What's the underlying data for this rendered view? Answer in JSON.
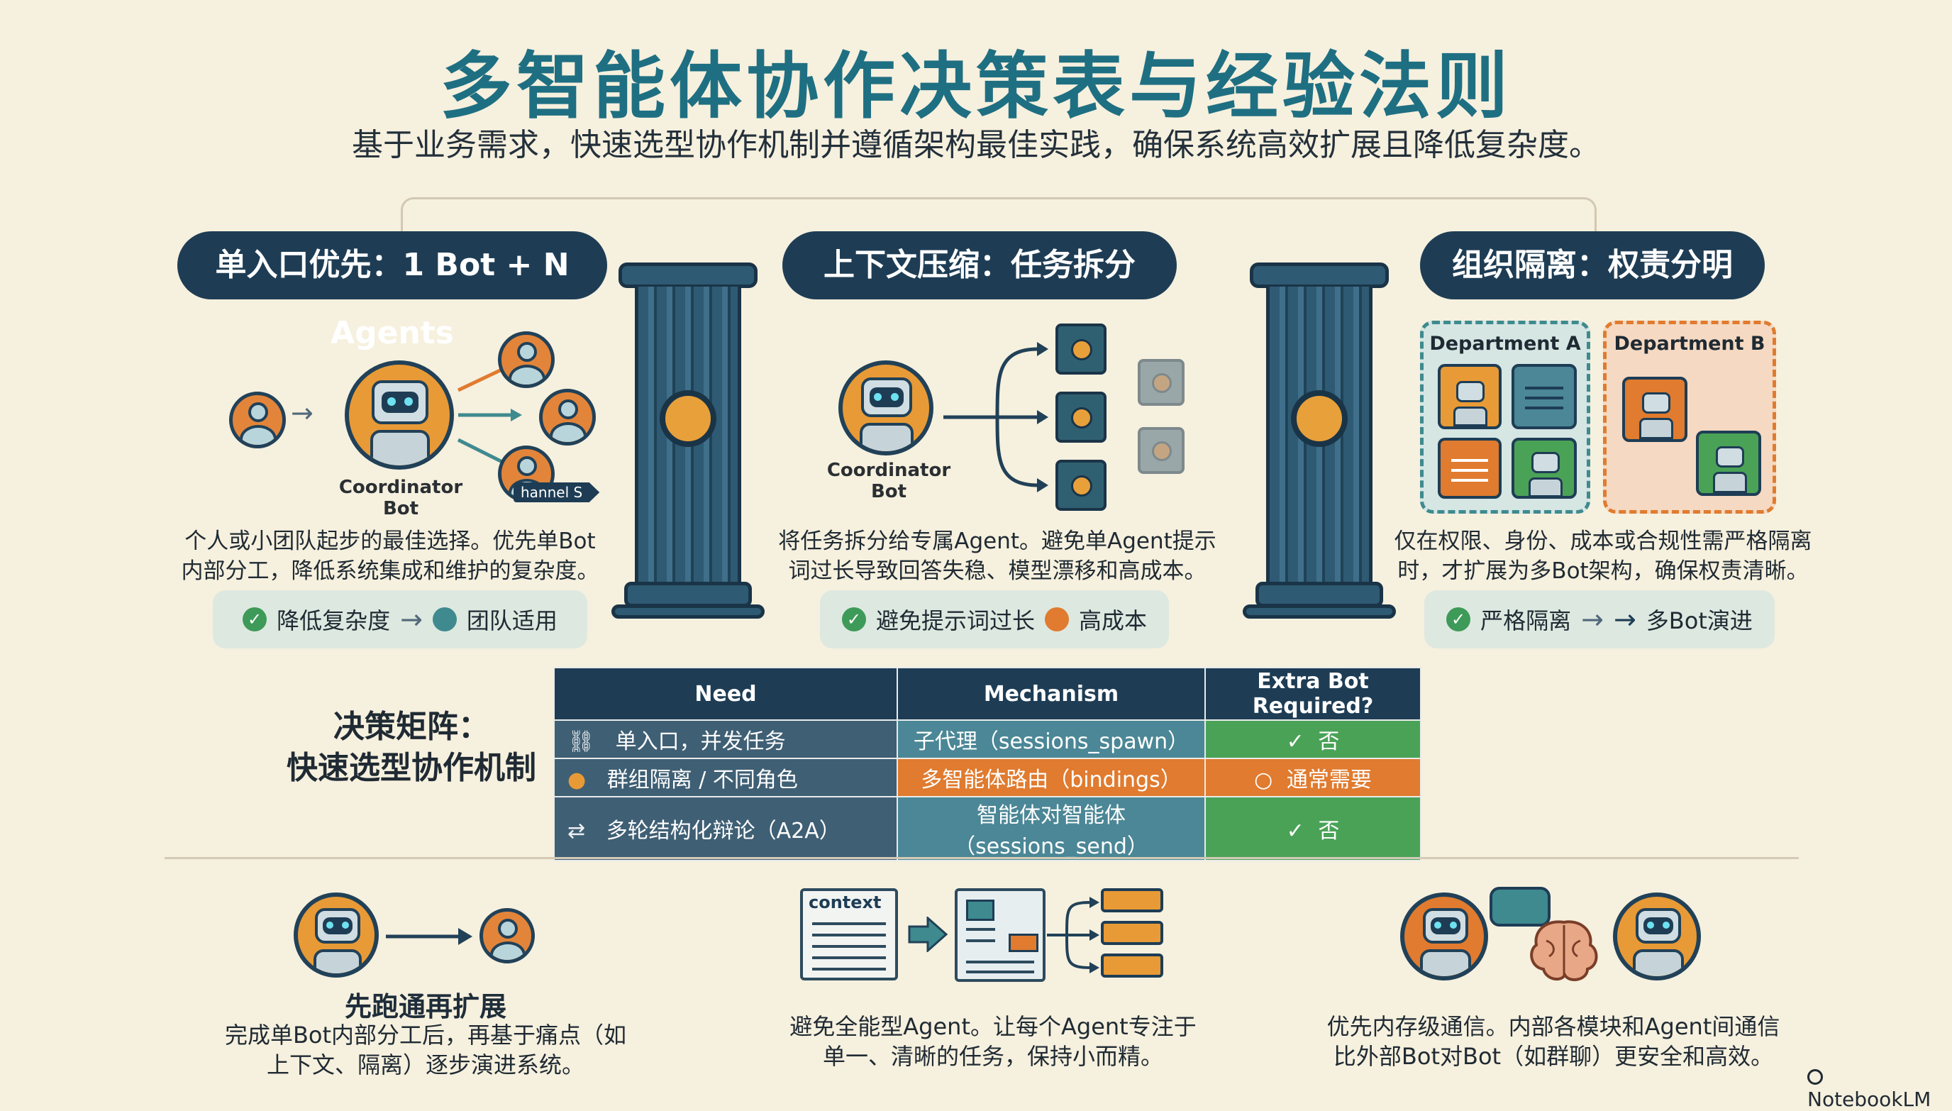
{
  "header": {
    "title": "多智能体协作决策表与经验法则",
    "subtitle": "基于业务需求，快速选型协作机制并遵循架构最佳实践，确保系统高效扩展且降低复杂度。"
  },
  "left": {
    "pill": "单入口优先：1 Bot + N Agents",
    "bot_label": "Coordinator Bot",
    "channel_tag": "hannel S",
    "desc_line1": "个人或小团队起步的最佳选择。优先单Bot",
    "desc_line2": "内部分工，降低系统集成和维护的复杂度。",
    "tag_a": "降低复杂度",
    "tag_b": "团队适用"
  },
  "middle": {
    "pill": "上下文压缩：任务拆分",
    "bot_label": "Coordinator Bot",
    "desc_line1": "将任务拆分给专属Agent。避免单Agent提示",
    "desc_line2": "词过长导致回答失稳、模型漂移和高成本。",
    "tag_a": "避免提示词过长",
    "tag_b": "高成本"
  },
  "right": {
    "pill": "组织隔离：权责分明",
    "dept_a": "Department A",
    "dept_b": "Department B",
    "desc_line1": "仅在权限、身份、成本或合规性需严格隔离",
    "desc_line2": "时，才扩展为多Bot架构，确保权责清晰。",
    "tag_a": "严格隔离",
    "tag_b": "多Bot演进"
  },
  "matrix": {
    "heading_line1": "决策矩阵：",
    "heading_line2": "快速选型协作机制",
    "headers": [
      "Need",
      "Mechanism",
      "Extra Bot Required?"
    ],
    "rows": [
      {
        "icon": "⛓",
        "need": "单入口，并发任务",
        "mechanism": "子代理（sessions_spawn）",
        "extra_icon": "✓",
        "extra": "否"
      },
      {
        "icon": "●",
        "need": "群组隔离 / 不同角色",
        "mechanism": "多智能体路由（bindings）",
        "extra_icon": "○",
        "extra": "通常需要"
      },
      {
        "icon": "⇄",
        "need": "多轮结构化辩论（A2A）",
        "mechanism": "智能体对智能体（sessions_send）",
        "extra_icon": "✓",
        "extra": "否"
      }
    ],
    "colors": {
      "no": "#4aa257",
      "usually": "#e07b2f",
      "need_bg": "#3f5f74",
      "mech_bg": "#4b8796"
    }
  },
  "footer": {
    "col1_title": "先跑通再扩展",
    "col1_line1": "完成单Bot内部分工后，再基于痛点（如",
    "col1_line2": "上下文、隔离）逐步演进系统。",
    "col2_doc": "context",
    "col2_line1": "避免全能型Agent。让每个Agent专注于",
    "col2_line2": "单一、清晰的任务，保持小而精。",
    "col3_line1": "优先内存级通信。内部各模块和Agent间通信",
    "col3_line2": "比外部Bot对Bot（如群聊）更安全和高效。"
  },
  "watermark": "NotebookLM",
  "colors": {
    "background": "#f6f0de",
    "title": "#1f6f82",
    "navy": "#1e3d55",
    "orange": "#e89a36",
    "green": "#3e9a58",
    "teal": "#3f8a8f"
  }
}
